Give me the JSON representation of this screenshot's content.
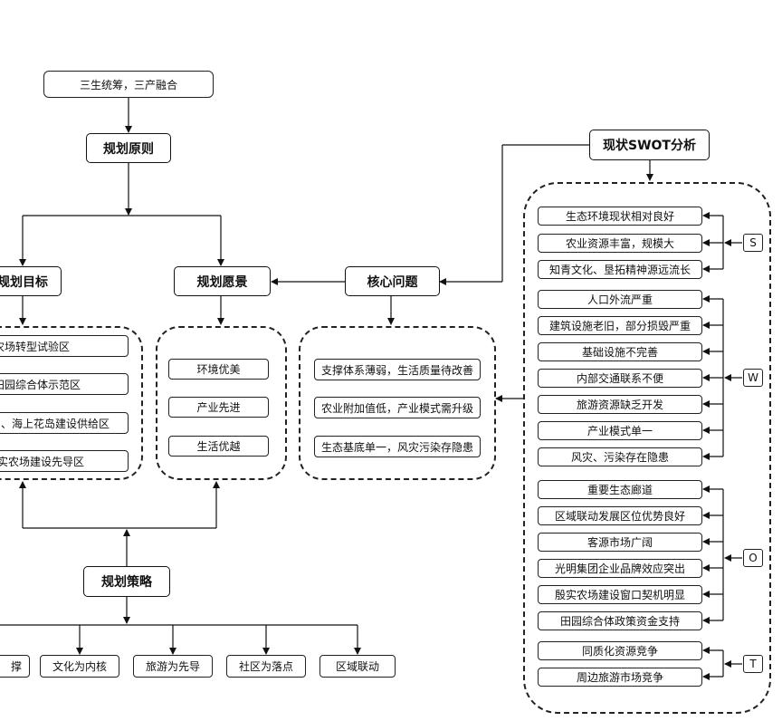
{
  "top_note": "三生统筹，三产融合",
  "headings": {
    "principle": "规划原则",
    "goal": "规划目标",
    "vision": "规划愿景",
    "core": "核心问题",
    "swot": "现状SWOT分析",
    "strategy": "规划策略"
  },
  "goals": [
    "农场转型试验区",
    "田园综合体示范区",
    "东岛、海上花岛建设供给区",
    "殷实农场建设先导区"
  ],
  "visions": [
    "环境优美",
    "产业先进",
    "生活优越"
  ],
  "core_issues": [
    "支撑体系薄弱，生活质量待改善",
    "农业附加值低，产业模式需升级",
    "生态基底单一，风灾污染存隐患"
  ],
  "strategies": [
    "撑",
    "文化为内核",
    "旅游为先导",
    "社区为落点",
    "区域联动"
  ],
  "swot": {
    "S": {
      "letter": "S",
      "items": [
        "生态环境现状相对良好",
        "农业资源丰富，规模大",
        "知青文化、垦拓精神源远流长"
      ]
    },
    "W": {
      "letter": "W",
      "items": [
        "人口外流严重",
        "建筑设施老旧，部分损毁严重",
        "基础设施不完善",
        "内部交通联系不便",
        "旅游资源缺乏开发",
        "产业模式单一",
        "风灾、污染存在隐患"
      ]
    },
    "O": {
      "letter": "O",
      "items": [
        "重要生态廊道",
        "区域联动发展区位优势良好",
        "客源市场广阔",
        "光明集团企业品牌效应突出",
        "殷实农场建设窗口契机明显",
        "田园综合体政策资金支持"
      ]
    },
    "T": {
      "letter": "T",
      "items": [
        "同质化资源竞争",
        "周边旅游市场竞争"
      ]
    }
  }
}
